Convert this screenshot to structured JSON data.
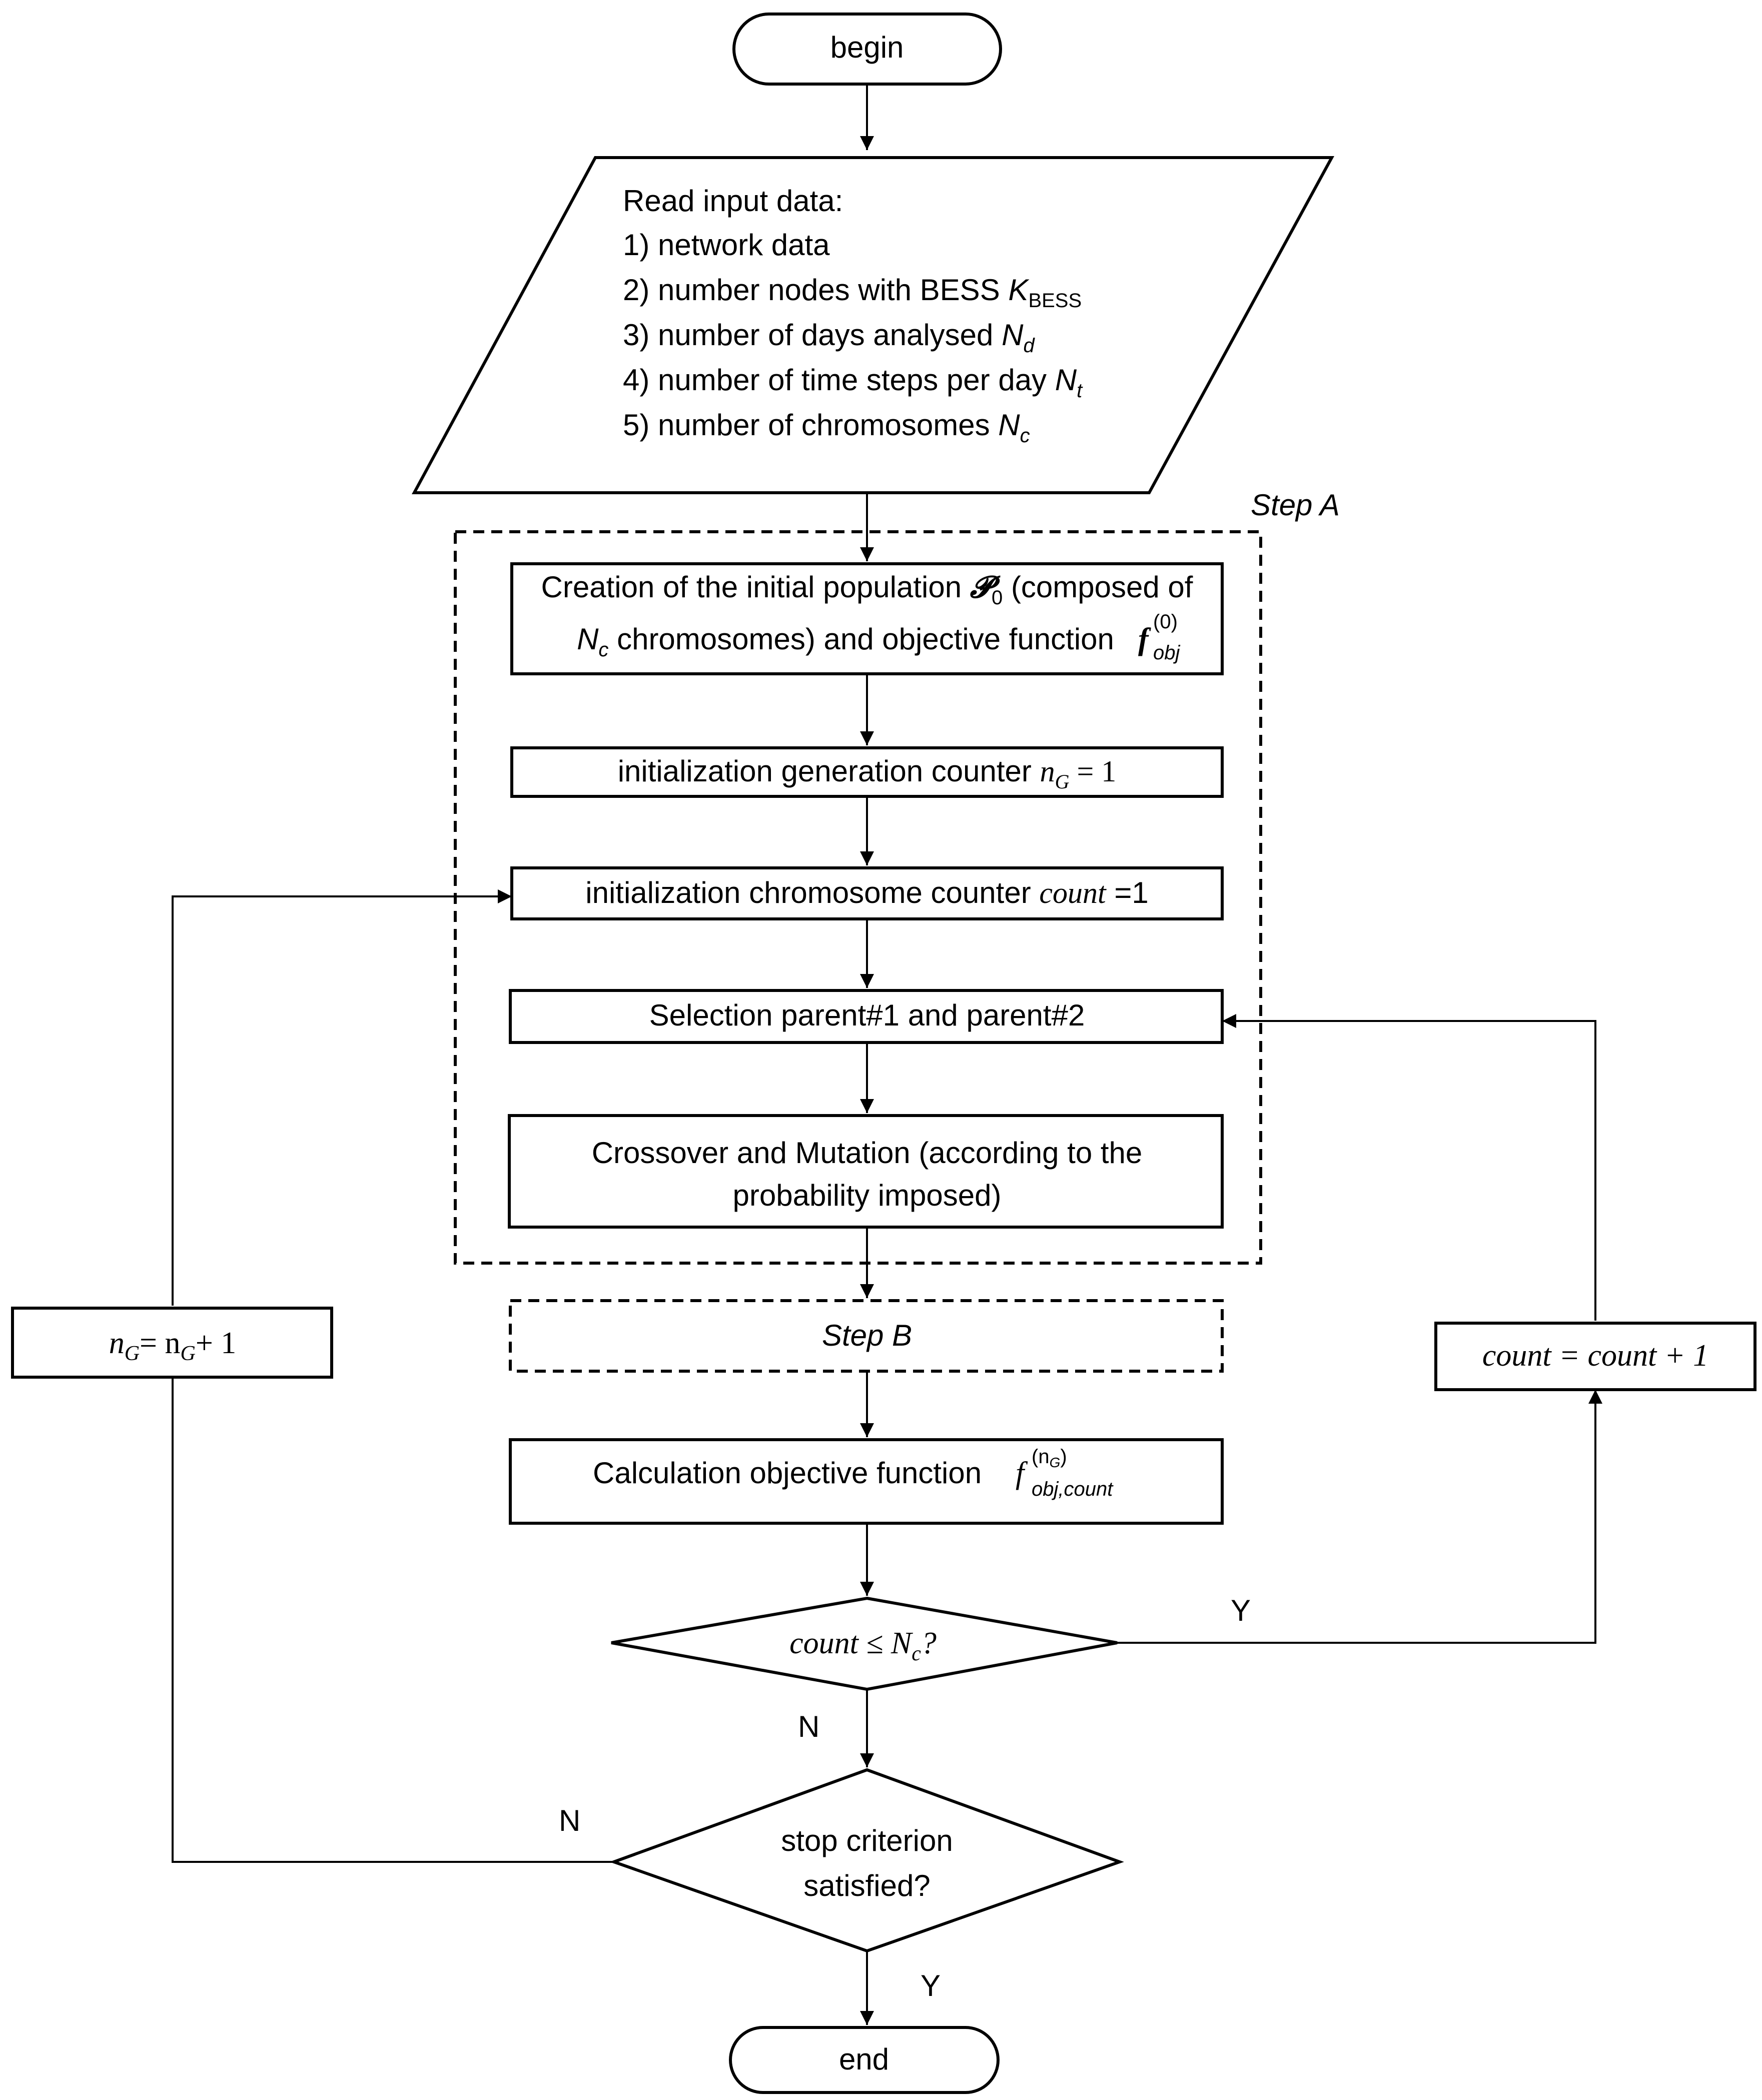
{
  "nodes": {
    "begin": "begin",
    "input": {
      "title": "Read input data:",
      "items": [
        "1) network data",
        "2) number nodes with BESS",
        "3) number of days analysed",
        "4) number of time steps per day",
        "5) number of chromosomes"
      ]
    },
    "step_a_label": "Step A",
    "creation": {
      "line1": "Creation of the initial population",
      "line1b": "(composed of",
      "line2": "chromosomes) and objective function"
    },
    "init_gen": "initialization generation counter",
    "init_chrom": "initialization chromosome counter",
    "selection": "Selection parent#1 and parent#2",
    "crossover": {
      "line1": "Crossover and Mutation (according to the",
      "line2": "probability imposed)"
    },
    "step_b_label": "Step B",
    "calc": "Calculation objective function",
    "decision_count": "count ≤ N",
    "decision_stop": {
      "line1": "stop criterion",
      "line2": "satisfied?"
    },
    "increment_count": "count = count + 1",
    "increment_gen": "n",
    "end": "end"
  },
  "edge_labels": {
    "count_yes": "Y",
    "count_no": "N",
    "stop_no": "N",
    "stop_yes": "Y"
  },
  "symbols": {
    "K_BESS": "K",
    "K_BESS_sub": "BESS",
    "N_d": "N",
    "N_d_sub": "d",
    "N_t": "N",
    "N_t_sub": "t",
    "N_c": "N",
    "N_c_sub": "c",
    "P0": "𝓟",
    "P0_sub": "0",
    "f_obj0": "f",
    "f_obj0_sup": "(0)",
    "f_obj0_sub": "obj",
    "nG_eq": "n",
    "nG_sub": "G",
    "nG_value": "= 1",
    "count_eq": "count",
    "count_value": "=1",
    "f_calc": "f",
    "f_calc_sup": "(n",
    "f_calc_sup_sub": "G",
    "f_calc_sup_close": ")",
    "f_calc_sub": "obj,count",
    "dec_sub": "c",
    "dec_q": "?",
    "inc_gen_eq": "= n",
    "inc_gen_sub": "G",
    "inc_gen_tail": "+ 1"
  }
}
